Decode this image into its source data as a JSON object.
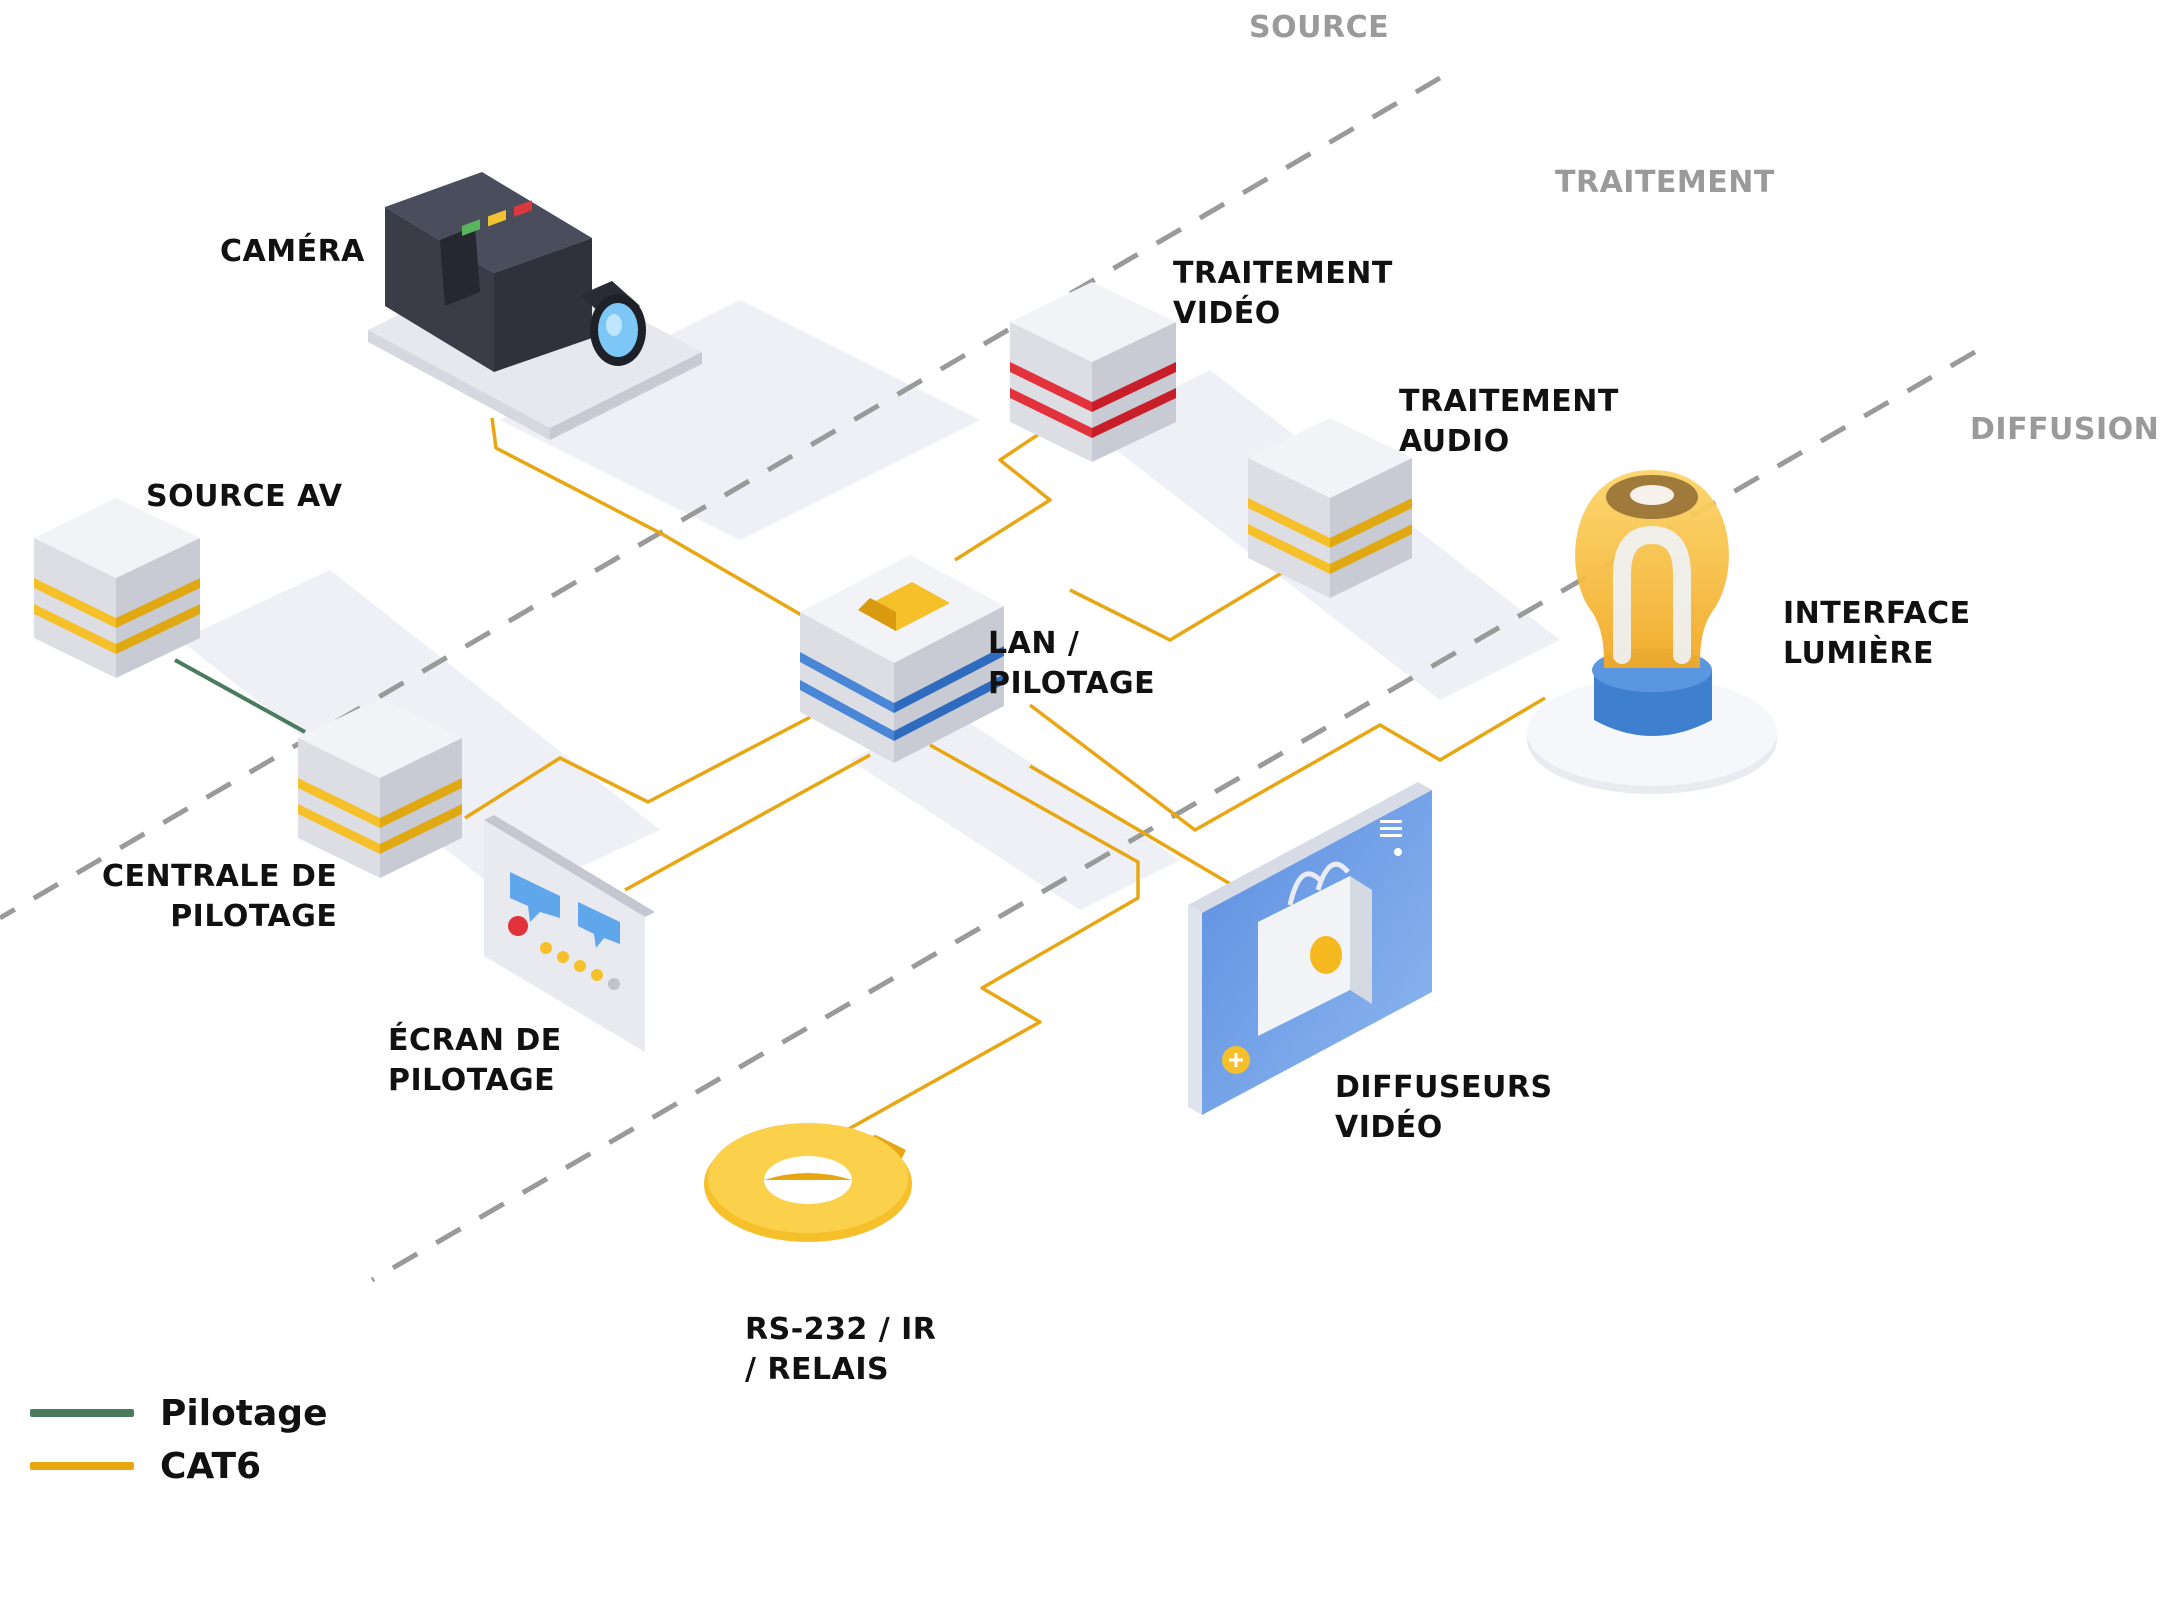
{
  "zones": {
    "source": "SOURCE",
    "traitement": "TRAITEMENT",
    "diffusion": "DIFFUSION"
  },
  "nodes": {
    "camera": "CAMÉRA",
    "traitement_video": "TRAITEMENT\nVIDÉO",
    "traitement_audio": "TRAITEMENT\nAUDIO",
    "source_av": "SOURCE AV",
    "lan": "LAN /\nPILOTAGE",
    "interface_lumiere": "INTERFACE\nLUMIÈRE",
    "centrale": "CENTRALE DE\nPILOTAGE",
    "ecran": "ÉCRAN DE\nPILOTAGE",
    "diffuseurs": "DIFFUSEURS\nVIDÉO",
    "rs232": "RS-232 / IR\n/ RELAIS"
  },
  "legend": [
    {
      "label": "Pilotage",
      "color": "#4a7b5e"
    },
    {
      "label": "CAT6",
      "color": "#e8a712"
    }
  ],
  "colors": {
    "cat6": "#e8a712",
    "pilotage": "#4a7b5e",
    "zone_divider": "#9a9a9a",
    "video_stripe": "#e2323c",
    "audio_stripe": "#f5c02a",
    "lan_stripe": "#4a86d6"
  }
}
